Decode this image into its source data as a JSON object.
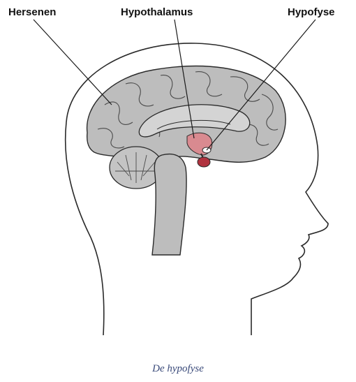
{
  "labels": {
    "brain": "Hersenen",
    "hypothalamus": "Hypothalamus",
    "pituitary": "Hypofyse"
  },
  "caption": "De hypofyse",
  "colors": {
    "outline": "#2a2a2a",
    "brain_fill": "#bdbdbd",
    "inner_fill": "#d4d4d4",
    "hypothalamus": "#d98a90",
    "pituitary": "#b0333f",
    "caption": "#3a4a7a"
  }
}
